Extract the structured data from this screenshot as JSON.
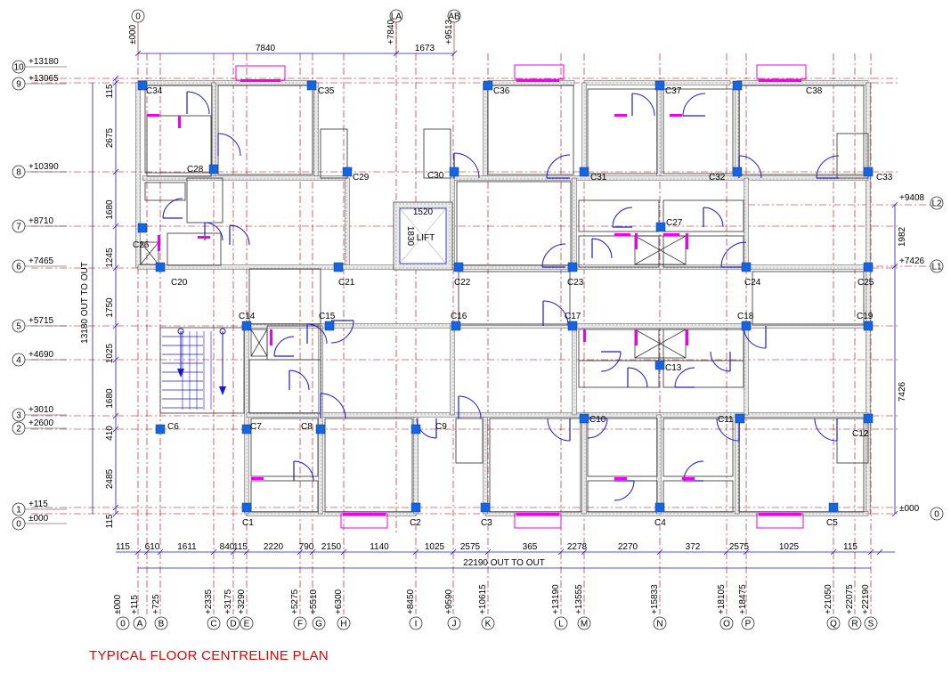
{
  "title": "TYPICAL FLOOR CENTRELINE PLAN",
  "colors": {
    "grid_line": "#b00000",
    "dimension": "#1a1acc",
    "wall_fill": "#ededed",
    "column": "#1565e0",
    "window": "#ee00ee",
    "lift_text": "#e00000",
    "annotation": "#000000"
  },
  "top_axes": [
    {
      "id": "0",
      "label": "±000"
    },
    {
      "id": "LA",
      "label": "+7840"
    },
    {
      "id": "AB",
      "label": "+9513"
    }
  ],
  "top_dims": [
    "7840",
    "1673"
  ],
  "left_axes": [
    {
      "id": "10",
      "label": "+13180"
    },
    {
      "id": "9",
      "label": "+13065"
    },
    {
      "id": "8",
      "label": "+10390"
    },
    {
      "id": "7",
      "label": "+8710"
    },
    {
      "id": "6",
      "label": "+7465"
    },
    {
      "id": "5",
      "label": "+5715"
    },
    {
      "id": "4",
      "label": "+4690"
    },
    {
      "id": "3",
      "label": "+3010"
    },
    {
      "id": "2",
      "label": "+2600"
    },
    {
      "id": "1",
      "label": "+115"
    },
    {
      "id": "0",
      "label": "±000"
    }
  ],
  "left_dims": [
    "115",
    "2675",
    "1680",
    "1245",
    "1750",
    "1025",
    "1680",
    "410",
    "2485",
    "115"
  ],
  "left_total": "13180 OUT TO OUT",
  "right_axes": [
    {
      "id": "L2",
      "label": "+9408"
    },
    {
      "id": "L1",
      "label": "+7426"
    },
    {
      "id": "0",
      "label": "±000"
    }
  ],
  "right_dims": [
    "1982",
    "7426"
  ],
  "bottom_dims": [
    "115",
    "610",
    "1611",
    "840",
    "115",
    "2220",
    "790",
    "2150",
    "1140",
    "1025",
    "2575",
    "365",
    "2278",
    "2270",
    "372",
    "2575",
    "1025",
    "115"
  ],
  "bottom_total": "22190 OUT TO OUT",
  "bottom_axes": [
    {
      "id": "0",
      "label": "±000"
    },
    {
      "id": "A",
      "label": "+115"
    },
    {
      "id": "B",
      "label": "+725"
    },
    {
      "id": "C",
      "label": "+2335"
    },
    {
      "id": "D",
      "label": "+3175"
    },
    {
      "id": "E",
      "label": "+3290"
    },
    {
      "id": "F",
      "label": "+5275"
    },
    {
      "id": "G",
      "label": "+5510"
    },
    {
      "id": "H",
      "label": "+6300"
    },
    {
      "id": "I",
      "label": "+8450"
    },
    {
      "id": "J",
      "label": "+9590"
    },
    {
      "id": "K",
      "label": "+10615"
    },
    {
      "id": "L",
      "label": "+13190"
    },
    {
      "id": "M",
      "label": "+13555"
    },
    {
      "id": "N",
      "label": "+15833"
    },
    {
      "id": "O",
      "label": "+18105"
    },
    {
      "id": "P",
      "label": "+18475"
    },
    {
      "id": "Q",
      "label": "+21050"
    },
    {
      "id": "R",
      "label": "+22075"
    },
    {
      "id": "S",
      "label": "+22190"
    }
  ],
  "columns": [
    "C1",
    "C2",
    "C3",
    "C4",
    "C5",
    "C6",
    "C7",
    "C8",
    "C9",
    "C10",
    "C11",
    "C12",
    "C13",
    "C14",
    "C15",
    "C16",
    "C17",
    "C18",
    "C19",
    "C20",
    "C21",
    "C22",
    "C23",
    "C24",
    "C25",
    "C26",
    "C27",
    "C28",
    "C29",
    "C30",
    "C31",
    "C32",
    "C33",
    "C34",
    "C35",
    "C36",
    "C37",
    "C38"
  ],
  "lift": {
    "label": "LIFT",
    "width": "1520",
    "depth": "1830"
  }
}
